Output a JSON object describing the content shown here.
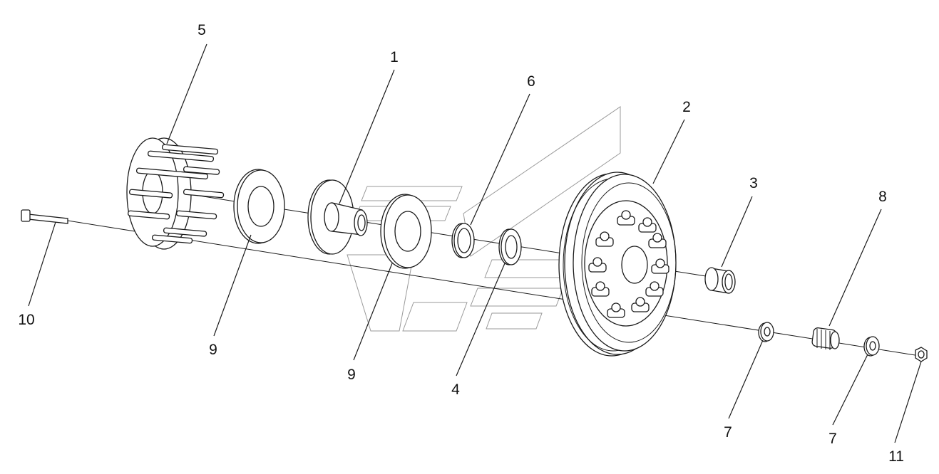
{
  "diagram": {
    "callouts": [
      {
        "id": "c5",
        "text": "5"
      },
      {
        "id": "c1",
        "text": "1"
      },
      {
        "id": "c6",
        "text": "6"
      },
      {
        "id": "c2",
        "text": "2"
      },
      {
        "id": "c3",
        "text": "3"
      },
      {
        "id": "c8",
        "text": "8"
      },
      {
        "id": "c10",
        "text": "10"
      },
      {
        "id": "c9a",
        "text": "9"
      },
      {
        "id": "c9b",
        "text": "9"
      },
      {
        "id": "c4",
        "text": "4"
      },
      {
        "id": "c7a",
        "text": "7"
      },
      {
        "id": "c7b",
        "text": "7"
      },
      {
        "id": "c11",
        "text": "11"
      }
    ]
  }
}
